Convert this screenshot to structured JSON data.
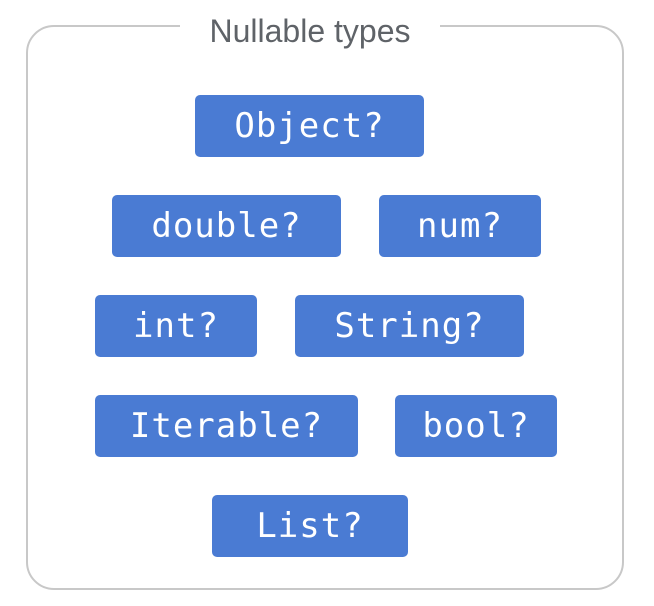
{
  "title": "Nullable types",
  "colors": {
    "chip_fill": "#4a7bd3",
    "chip_text": "#ffffff",
    "frame_border": "#c8c8c8",
    "title_text": "#5f6368"
  },
  "types": [
    "Object?",
    "double?",
    "num?",
    "int?",
    "String?",
    "Iterable?",
    "bool?",
    "List?"
  ]
}
